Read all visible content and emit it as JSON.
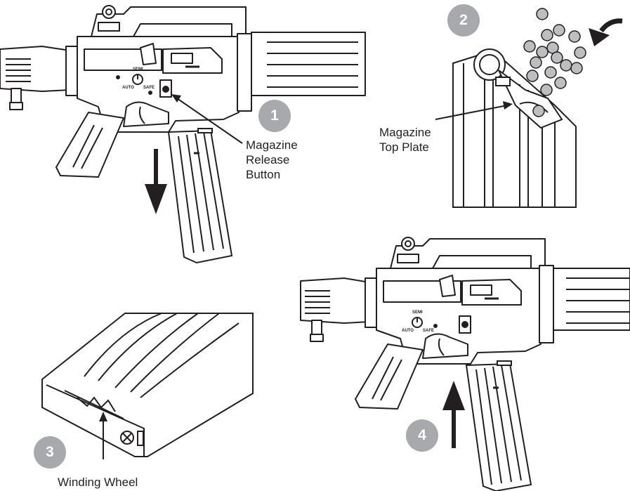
{
  "steps": {
    "s1": "1",
    "s2": "2",
    "s3": "3",
    "s4": "4"
  },
  "labels": {
    "mag_release_l1": "Magazine",
    "mag_release_l2": "Release",
    "mag_release_l3": "Button",
    "top_plate_l1": "Magazine",
    "top_plate_l2": "Top Plate",
    "winding_wheel": "Winding Wheel"
  },
  "selector": {
    "semi": "SEMI",
    "auto": "AUTO",
    "safe": "SAFE"
  },
  "colors": {
    "line": "#231f20",
    "step_badge": "#a7a9ac",
    "bb_fill": "#bcbec0"
  }
}
